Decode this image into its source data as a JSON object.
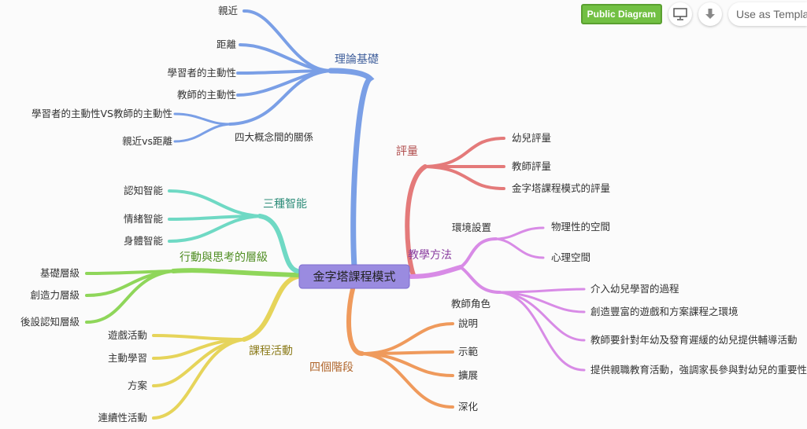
{
  "toolbar": {
    "badge": "Public Diagram",
    "present_icon": "presentation-icon",
    "download_icon": "download-icon",
    "template_button": "Use as Templa"
  },
  "colors": {
    "blue": "#7a9fe6",
    "red": "#e47a7a",
    "purple": "#d88be6",
    "orange": "#ef9a5c",
    "yellow": "#e6d45a",
    "green": "#8fd65a",
    "teal": "#6fd9c4",
    "center_fill": "#9a8be0"
  },
  "center": "金字塔課程模式",
  "branches": {
    "theory": {
      "label": "理論基礎",
      "items": [
        "親近",
        "距離",
        "學習者的主動性",
        "教師的主動性"
      ],
      "sub": {
        "label": "四大概念間的關係",
        "items": [
          "學習者的主動性VS教師的主動性",
          "親近vs距離"
        ]
      }
    },
    "assessment": {
      "label": "評量",
      "items": [
        "幼兒評量",
        "教師評量",
        "金字塔課程模式的評量"
      ]
    },
    "teaching": {
      "label": "教學方法",
      "env": {
        "label": "環境設置",
        "items": [
          "物理性的空間",
          "心理空間"
        ]
      },
      "teacher": {
        "label": "教師角色",
        "items": [
          "介入幼兒學習的過程",
          "創造豐富的遊戲和方案課程之環境",
          "教師要針對年幼及發育遲緩的幼兒提供輔導活動",
          "提供親職教育活動，強調家長參與對幼兒的重要性"
        ]
      }
    },
    "stages": {
      "label": "四個階段",
      "items": [
        "說明",
        "示範",
        "擴展",
        "深化"
      ]
    },
    "curriculum": {
      "label": "課程活動",
      "items": [
        "遊戲活動",
        "主動學習",
        "方案",
        "連續性活動"
      ]
    },
    "levels": {
      "label": "行動與思考的層級",
      "items": [
        "基礎層級",
        "創造力層級",
        "後設認知層級"
      ]
    },
    "intelligence": {
      "label": "三種智能",
      "items": [
        "認知智能",
        "情緒智能",
        "身體智能"
      ]
    }
  }
}
